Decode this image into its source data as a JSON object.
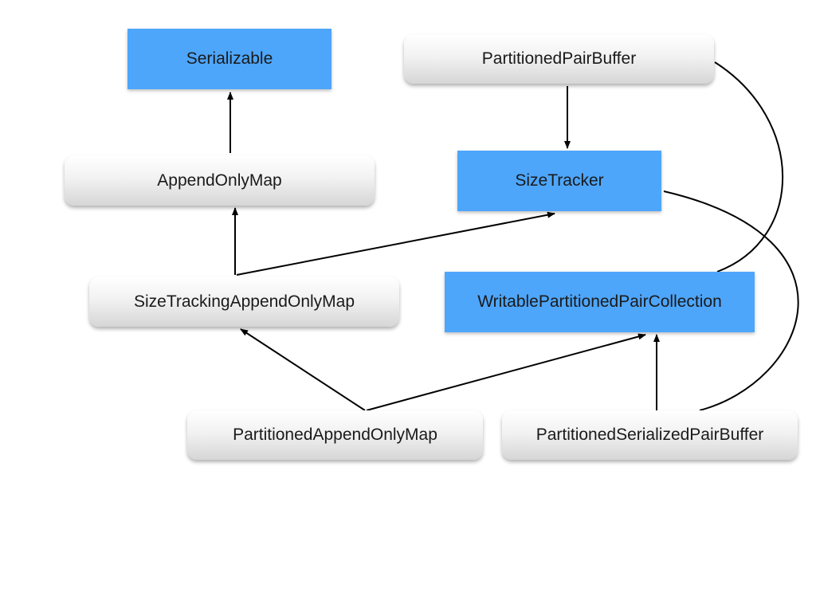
{
  "diagram": {
    "nodes": {
      "serializable": "Serializable",
      "partitioned_pair_buffer": "PartitionedPairBuffer",
      "append_only_map": "AppendOnlyMap",
      "size_tracker": "SizeTracker",
      "size_tracking_append_only_map": "SizeTrackingAppendOnlyMap",
      "writable_partitioned_pair_collection": "WritablePartitionedPairCollection",
      "partitioned_append_only_map": "PartitionedAppendOnlyMap",
      "partitioned_serialized_pair_buffer": "PartitionedSerializedPairBuffer"
    },
    "colors": {
      "interface_fill": "#4ea6fb",
      "class_fill": "#e6e6e6",
      "edge": "#000000"
    }
  }
}
